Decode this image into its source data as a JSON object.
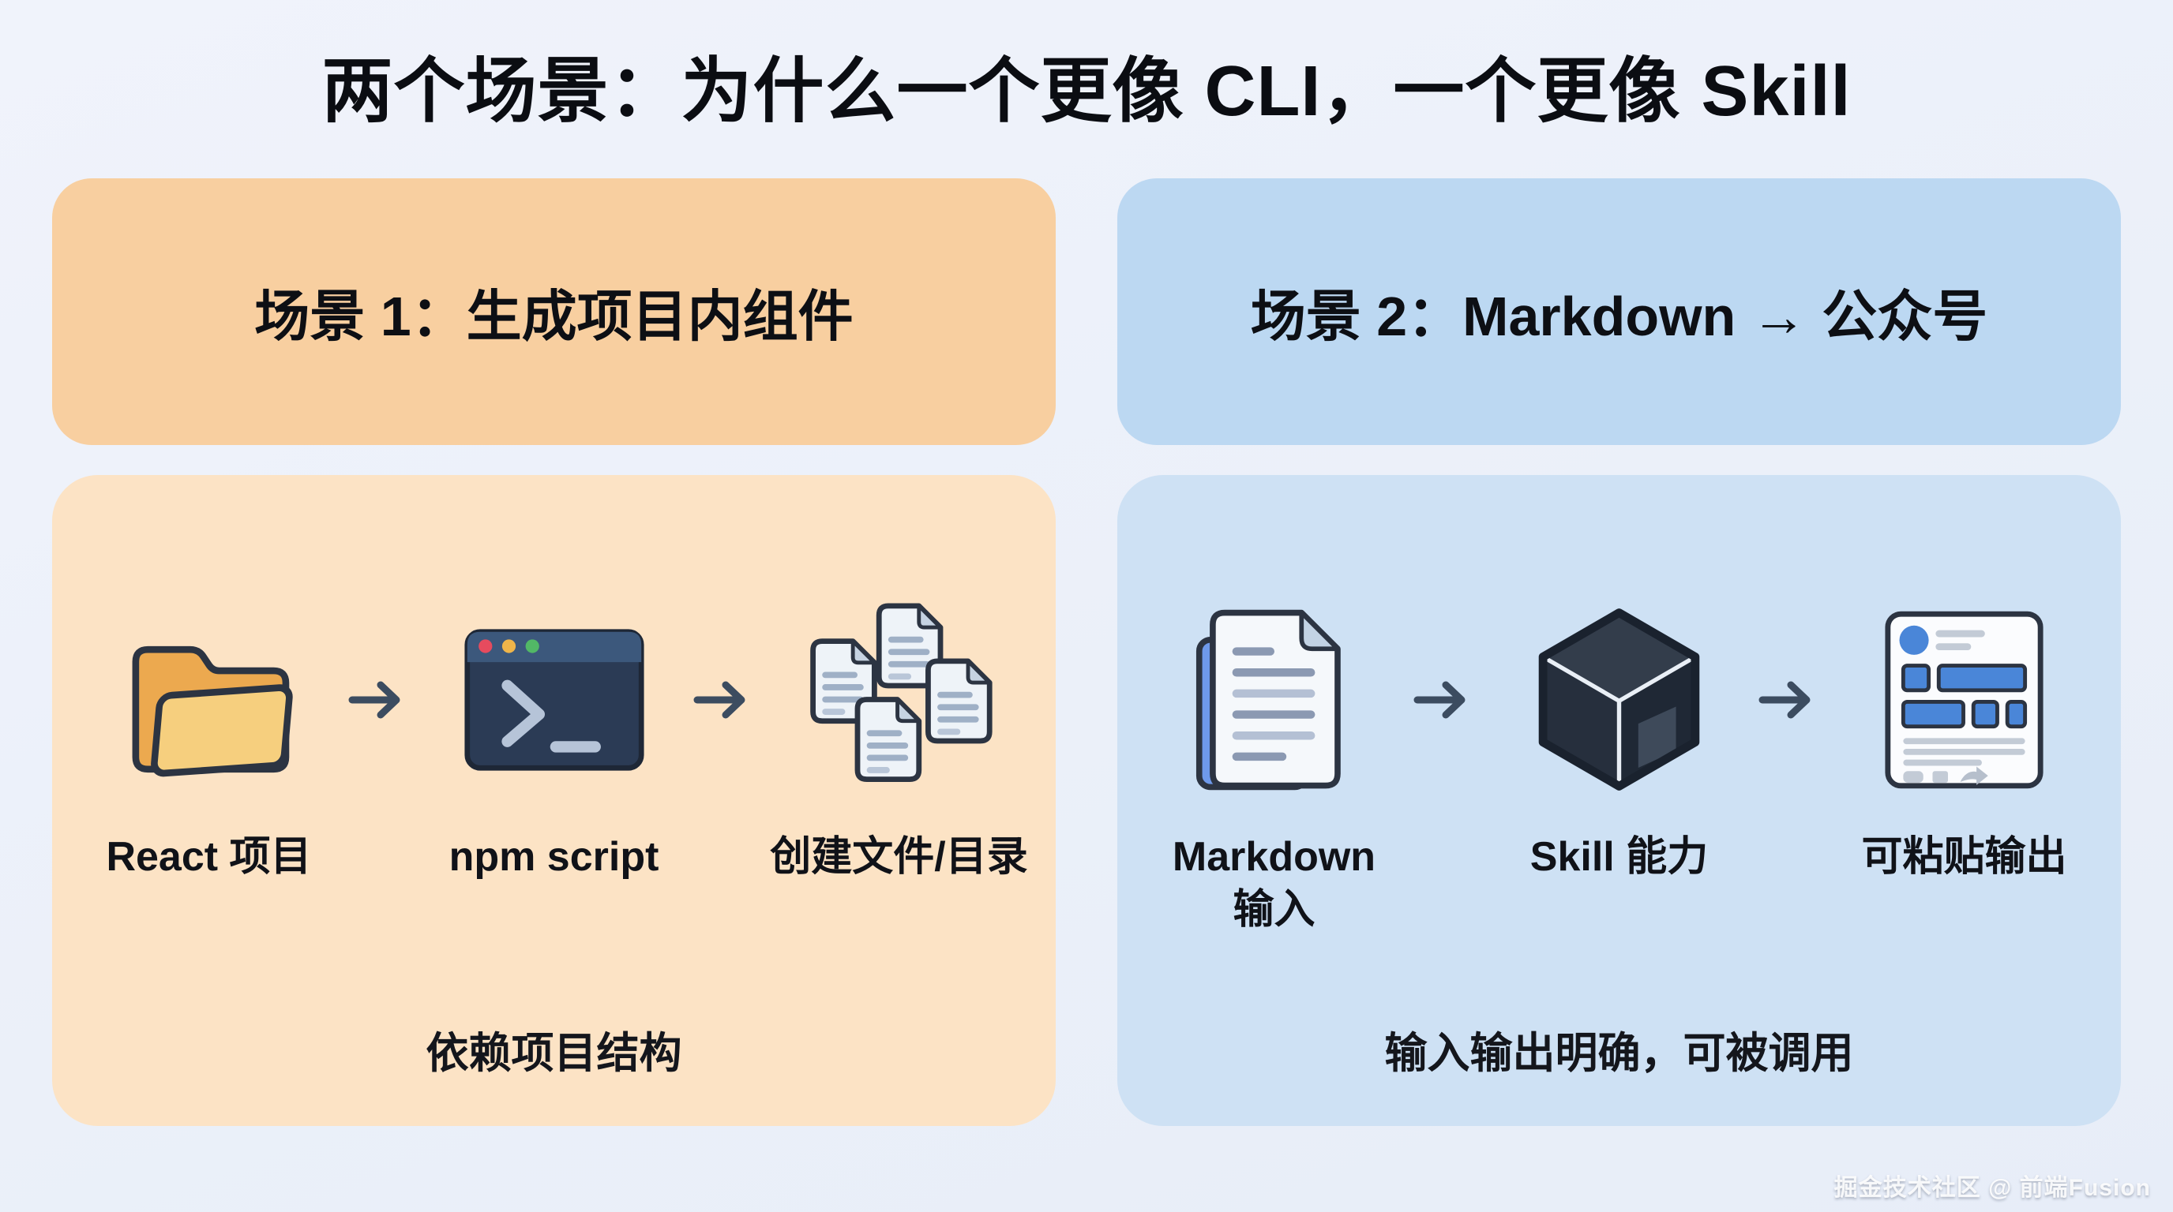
{
  "title": "两个场景：为什么一个更像 CLI，一个更像 Skill",
  "watermark": "掘金技术社区 @ 前端Fusion",
  "scenario1": {
    "header": "场景 1：生成项目内组件",
    "caption": "依赖项目结构",
    "colors": {
      "header_bg": "#f8cfa0",
      "body_bg": "#fce3c5"
    },
    "steps": [
      {
        "icon": "folder-icon",
        "label_lines": [
          "React 项目"
        ]
      },
      {
        "icon": "terminal-icon",
        "label_lines": [
          "npm script"
        ]
      },
      {
        "icon": "files-icon",
        "label_lines": [
          "创建文件/目录"
        ]
      }
    ]
  },
  "scenario2": {
    "header": "场景 2：Markdown → 公众号",
    "caption": "输入输出明确，可被调用",
    "colors": {
      "header_bg": "#bcd8f2",
      "body_bg": "#cee1f4"
    },
    "steps": [
      {
        "icon": "markdown-doc-icon",
        "label_lines": [
          "Markdown",
          "输入"
        ]
      },
      {
        "icon": "skill-cube-icon",
        "label_lines": [
          "Skill 能力"
        ]
      },
      {
        "icon": "paste-output-icon",
        "label_lines": [
          "可粘贴输出"
        ]
      }
    ]
  },
  "icon_palette": {
    "outline": "#2c3442",
    "arrow": "#3c4c60",
    "folder_back": "#eca94f",
    "folder_front": "#f6cf7e",
    "terminal_body": "#2b3b55",
    "terminal_titlebar": "#3c587c",
    "terminal_dots": [
      "#e64b5e",
      "#efb54a",
      "#52b866"
    ],
    "doc_page": "#eef3f8",
    "doc_lines": "#9fb0c6",
    "markdown_back_page": "#6e99ea",
    "cube_faces": [
      "#333d4b",
      "#262f3d",
      "#1f2835"
    ],
    "output_accent": "#4a86d8"
  }
}
